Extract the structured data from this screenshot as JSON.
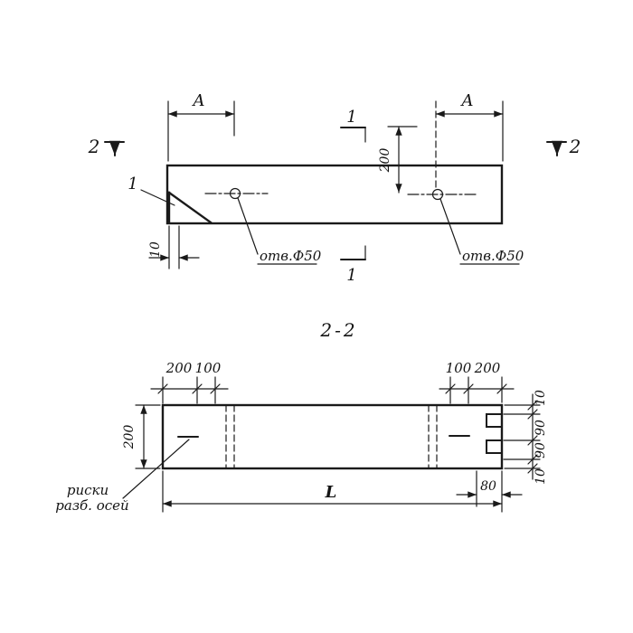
{
  "colors": {
    "ink": "#1a1a1a",
    "paper": "#ffffff"
  },
  "top_view": {
    "dim_a_left": "A",
    "dim_a_right": "A",
    "section_2_left": "2",
    "section_2_right": "2",
    "section_1_top": "1",
    "section_1_bottom": "1",
    "dim_200": "200",
    "hole_note_left": "отв.Ф50",
    "hole_note_right": "отв.Ф50",
    "dim_10": "10",
    "detail_callout": "1"
  },
  "section_view": {
    "title": "2-2",
    "dims_top_left": [
      "200",
      "100"
    ],
    "dims_top_right": [
      "100",
      "200"
    ],
    "dim_height": "200",
    "note_line1": "риски",
    "note_line2": "разб. осей",
    "dim_length": "L",
    "dim_80": "80",
    "dims_right": [
      "10",
      "90",
      "90",
      "10"
    ]
  }
}
